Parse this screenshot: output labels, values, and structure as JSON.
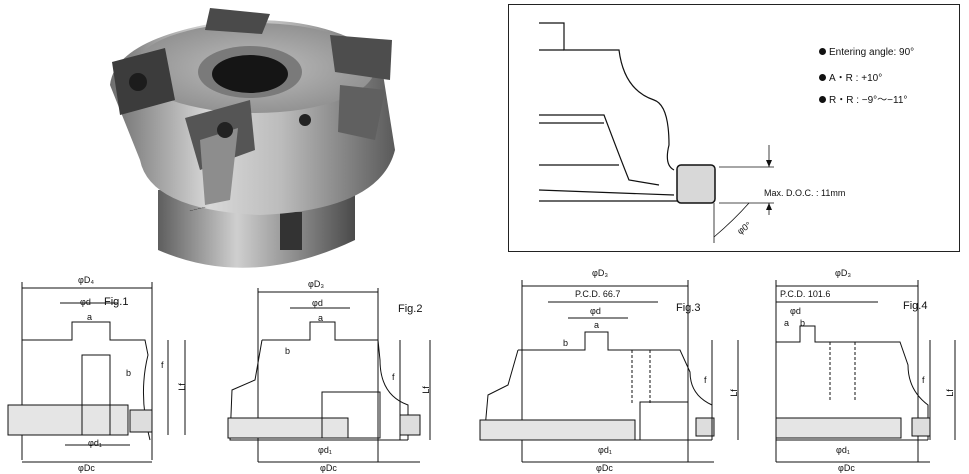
{
  "specs": [
    {
      "text": "Entering angle: 90°"
    },
    {
      "text": "A・R : +10°"
    },
    {
      "text": "R・R : −9°〜−11°"
    }
  ],
  "detail": {
    "max_doc": "Max. D.O.C. : 11mm",
    "angle": "φ0°"
  },
  "figures": [
    {
      "label": "Fig.1",
      "d4": "φD₄",
      "d": "φd",
      "a": "a",
      "b": "b",
      "f": "f",
      "lf": "Lf",
      "d1": "φd₁",
      "dc": "φDc"
    },
    {
      "label": "Fig.2",
      "d4": "φD₃",
      "d": "φd",
      "a": "a",
      "b": "b",
      "f": "f",
      "lf": "Lf",
      "d1": "φd₁",
      "dc": "φDc"
    },
    {
      "label": "Fig.3",
      "d4": "φD₃",
      "pcd": "P.C.D. 66.7",
      "d": "φd",
      "a": "a",
      "b": "b",
      "f": "f",
      "lf": "Lf",
      "d1": "φd₁",
      "dc": "φDc"
    },
    {
      "label": "Fig.4",
      "d4": "φD₃",
      "pcd": "P.C.D. 101.6",
      "d": "φd",
      "a": "a",
      "b": "b",
      "f": "f",
      "lf": "Lf",
      "d1": "φd₁",
      "dc": "φDc"
    }
  ]
}
